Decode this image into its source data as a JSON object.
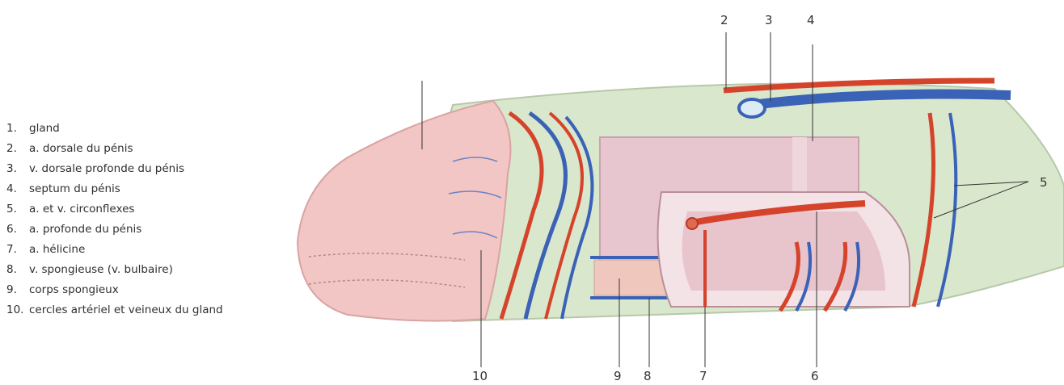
{
  "legend": {
    "items": [
      {
        "num": "1.",
        "text": "gland"
      },
      {
        "num": "2.",
        "text": "a. dorsale du pénis"
      },
      {
        "num": "3.",
        "text": "v. dorsale profonde du pénis"
      },
      {
        "num": "4.",
        "text": "septum du pénis"
      },
      {
        "num": "5.",
        "text": "a. et v. circonflexes"
      },
      {
        "num": "6.",
        "text": "a. profonde du pénis"
      },
      {
        "num": "7.",
        "text": "a. hélicine"
      },
      {
        "num": "8.",
        "text": "v. spongieuse (v. bulbaire)"
      },
      {
        "num": "9.",
        "text": "corps spongieux"
      },
      {
        "num": "10.",
        "text": "cercles artériel et veineux du gland"
      }
    ]
  },
  "callouts": {
    "c2": "2",
    "c3": "3",
    "c4": "4",
    "c5": "5",
    "c6": "6",
    "c7": "7",
    "c8": "8",
    "c9": "9",
    "c10": "10"
  },
  "colors": {
    "shaft": "#d9e7cd",
    "glans": "#f2c6c4",
    "artery": "#d5432a",
    "vein": "#3a62b6",
    "tissue": "#e7c6cf",
    "cut_face": "#f3e2e6"
  }
}
